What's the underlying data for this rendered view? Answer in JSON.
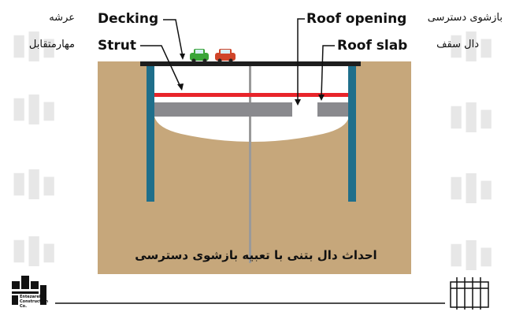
{
  "labels_en": {
    "decking": "Decking",
    "strut": "Strut",
    "roof_opening": "Roof opening",
    "roof_slab": "Roof slab"
  },
  "labels_fa": {
    "decking": "عرشه",
    "strut": "مهارمتقابل",
    "roof_opening": "بازشوی دسترسی",
    "roof_slab": "دال سقف"
  },
  "caption": "احداث دال بتنی با تعبیه بازشوی دسترسی",
  "logo": {
    "line1": "Entezareh",
    "line2": "Construction",
    "line3": "Co."
  },
  "colors": {
    "soil": "#c6a77b",
    "pile": "#1f6f8b",
    "deck": "#1e1e1e",
    "strut": "#e8242a",
    "slab": "#8a8a8e",
    "excavation": "#ffffff",
    "center_post": "#9a9a9a",
    "leader_line": "#111111"
  }
}
